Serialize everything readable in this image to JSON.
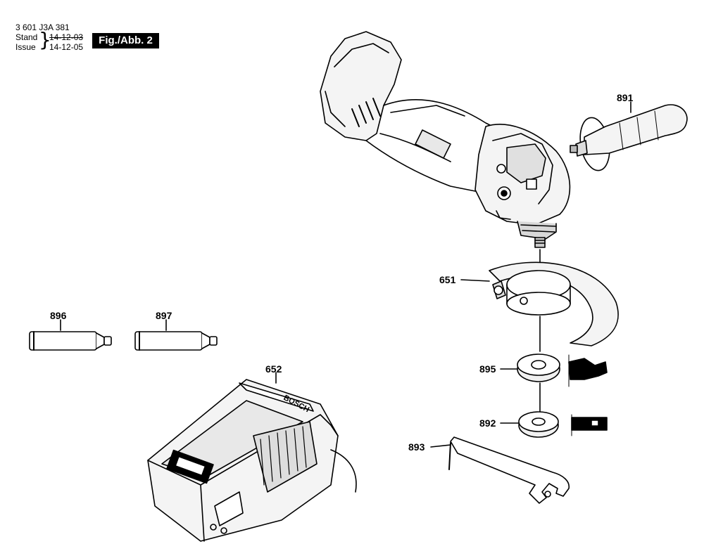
{
  "header": {
    "part_number": "3 601 J3A 381",
    "stand_label": "Stand",
    "issue_label": "Issue",
    "stand_date": "14-12-03",
    "issue_date": "14-12-05",
    "figure_label": "Fig./Abb. 2"
  },
  "callouts": {
    "c891": "891",
    "c651": "651",
    "c896": "896",
    "c897": "897",
    "c652": "652",
    "c895": "895",
    "c892": "892",
    "c893": "893"
  },
  "charger_branding": "BOSCH"
}
